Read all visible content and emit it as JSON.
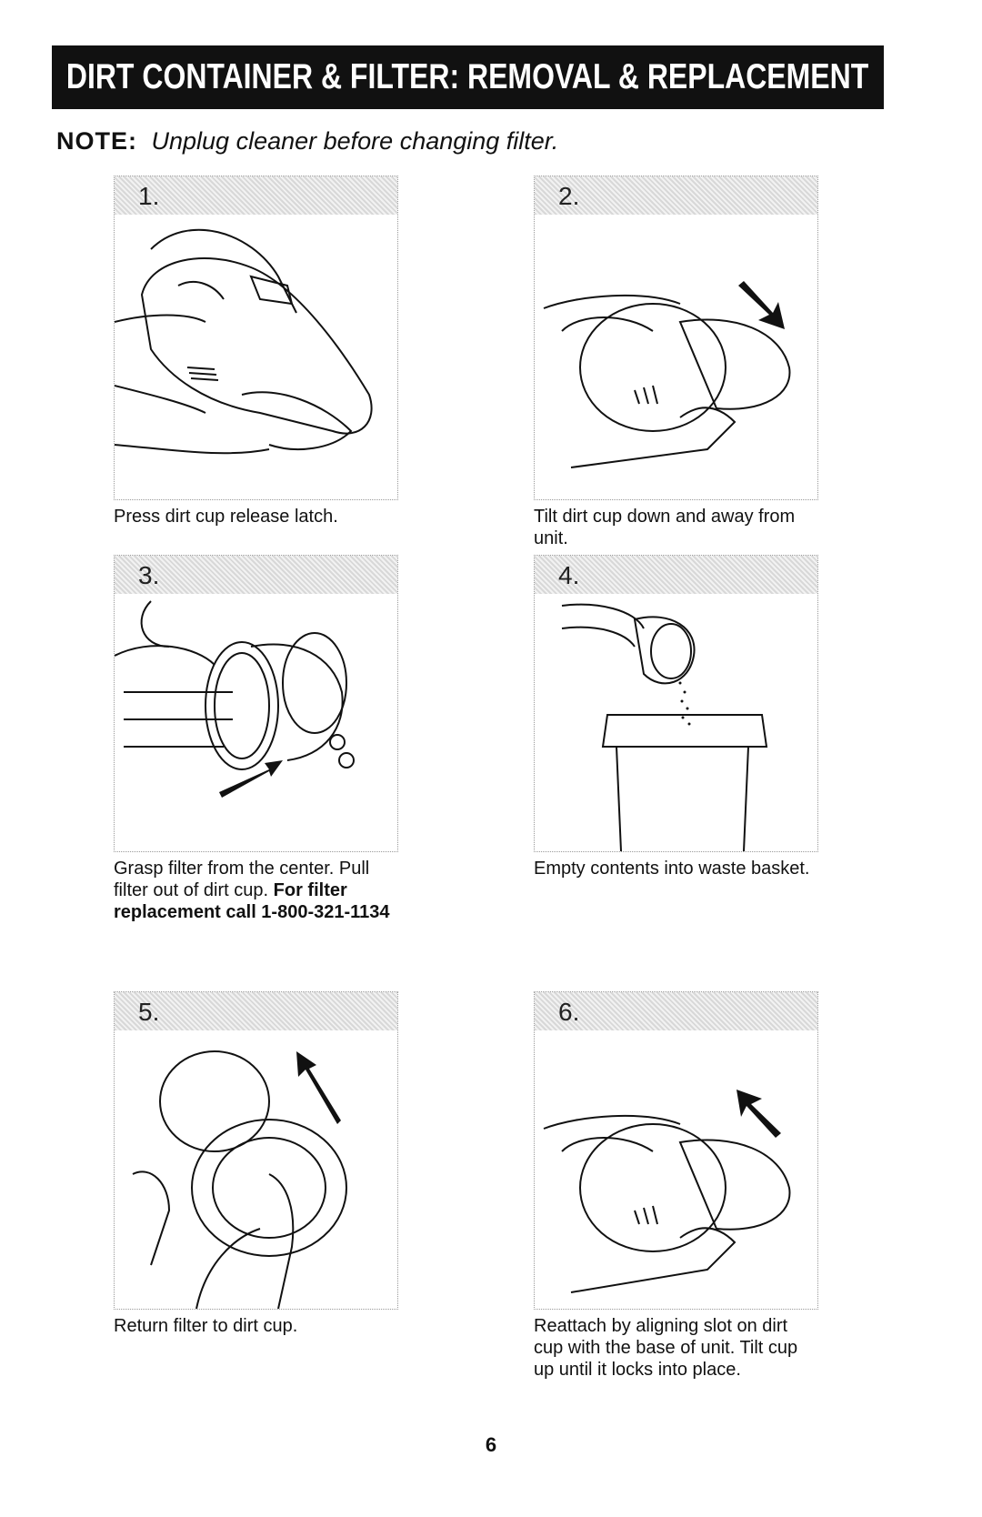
{
  "title": "DIRT CONTAINER & FILTER: REMOVAL & REPLACEMENT",
  "note": {
    "label": "NOTE:",
    "text": "Unplug cleaner before changing filter."
  },
  "steps": [
    {
      "num": "1.",
      "caption": "Press dirt cup release latch.",
      "caption_bold": ""
    },
    {
      "num": "2.",
      "caption": "Tilt dirt cup down and away from unit.",
      "caption_bold": ""
    },
    {
      "num": "3.",
      "caption": "Grasp filter from the center. Pull filter out of dirt cup.",
      "caption_bold": "For filter replacement call 1-800-321-1134"
    },
    {
      "num": "4.",
      "caption": "Empty contents into waste basket.",
      "caption_bold": ""
    },
    {
      "num": "5.",
      "caption": "Return filter to dirt cup.",
      "caption_bold": ""
    },
    {
      "num": "6.",
      "caption": "Reattach by aligning slot on dirt cup with the base of unit. Tilt cup up until it locks into place.",
      "caption_bold": ""
    }
  ],
  "page_number": "6",
  "colors": {
    "title_bg": "#111111",
    "title_fg": "#ffffff",
    "band": "#dcdcdc"
  }
}
